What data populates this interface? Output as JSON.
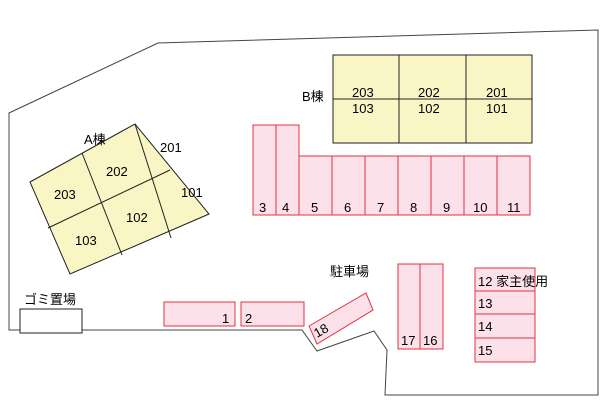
{
  "labels": {
    "building_a": "A棟",
    "building_b": "B棟",
    "parking": "駐車場",
    "garbage": "ゴミ置場"
  },
  "building_a_units": [
    "203",
    "202",
    "201",
    "103",
    "102",
    "101"
  ],
  "building_b_units": [
    "203",
    "202",
    "201",
    "103",
    "102",
    "101"
  ],
  "parking_spaces": [
    "1",
    "2",
    "3",
    "4",
    "5",
    "6",
    "7",
    "8",
    "9",
    "10",
    "11",
    "12 家主使用",
    "13",
    "14",
    "15",
    "16",
    "17",
    "18"
  ],
  "colors": {
    "building_fill": "#f9f5c4",
    "parking_fill": "#fce1ea",
    "parking_border": "#e2333d"
  }
}
